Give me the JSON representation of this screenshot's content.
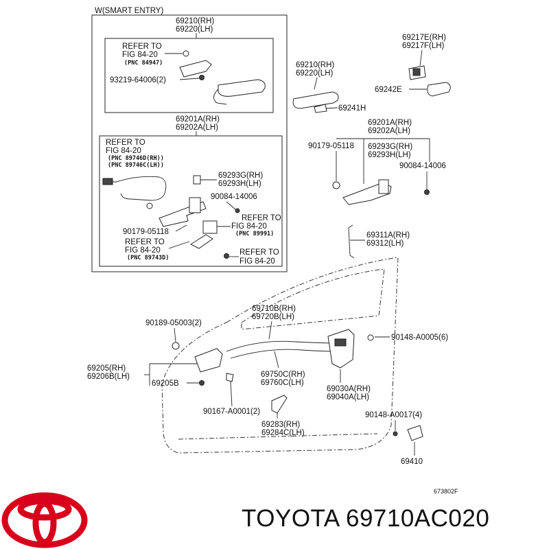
{
  "smart_entry_label": "W(SMART ENTRY)",
  "labels": {
    "box_handle_rh": "69210(RH)",
    "box_handle_lh": "69220(LH)",
    "box_refer1_a": "REFER TO",
    "box_refer1_b": "FIG 84-20",
    "box_refer1_pnc": "(PNC 84947)",
    "box_screw": "93219-64006(2)",
    "box_frame_rh": "69201A(RH)",
    "box_frame_lh": "69202A(LH)",
    "box_refer2_a": "REFER TO",
    "box_refer2_b": "FIG 84-20",
    "box_refer2_pnc1": "(PNC 89746D(RH))",
    "box_refer2_pnc2": "(PNC 89746C(LH))",
    "box_cover_rh": "69293G(RH)",
    "box_cover_lh": "69293H(LH)",
    "box_bolt": "90084-14006",
    "box_refer3_a": "REFER TO",
    "box_refer3_b": "FIG 84-20",
    "box_refer3_pnc": "(PNC 89991)",
    "box_screw2": "90179-05118",
    "box_refer4_a": "REFER TO",
    "box_refer4_b": "FIG 84-20",
    "box_refer4_pnc": "(PNC 89743D)",
    "box_refer5_a": "REFER TO",
    "box_refer5_b": "FIG 84-20",
    "cap_rh": "69217E(RH)",
    "cap_lh": "69217F(LH)",
    "pad": "69242E",
    "handle_rh": "69210(RH)",
    "handle_lh": "69220(LH)",
    "handle_pad": "69241H",
    "frame_rh": "69201A(RH)",
    "frame_lh": "69202A(LH)",
    "frame_screw": "90179-05118",
    "frame_cover_rh": "69293G(RH)",
    "frame_cover_lh": "69293H(LH)",
    "frame_bolt": "90084-14006",
    "rod_rh": "69311A(RH)",
    "rod_lh": "69312(LH)",
    "cable_rh": "69710B(RH)",
    "cable_lh": "69720B(LH)",
    "screw_a": "90189-05003(2)",
    "screw_b": "90148-A0005(6)",
    "inner_rh": "69205(RH)",
    "inner_lh": "69206B(LH)",
    "inner_part": "69205B",
    "inner_cable_rh": "69750C(RH)",
    "inner_cable_lh": "69760C(LH)",
    "lock_rh": "69030A(RH)",
    "lock_lh": "69040A(LH)",
    "clip": "90167-A0001(2)",
    "striker_screw": "90148-A0017(4)",
    "bezel_rh": "69283(RH)",
    "bezel_lh": "69284C(LH)",
    "striker": "69410",
    "fig_code": "673802F"
  },
  "brand": {
    "name": "TOYOTA",
    "part_number": "69710AC020",
    "logo_color": "#d9001b"
  }
}
